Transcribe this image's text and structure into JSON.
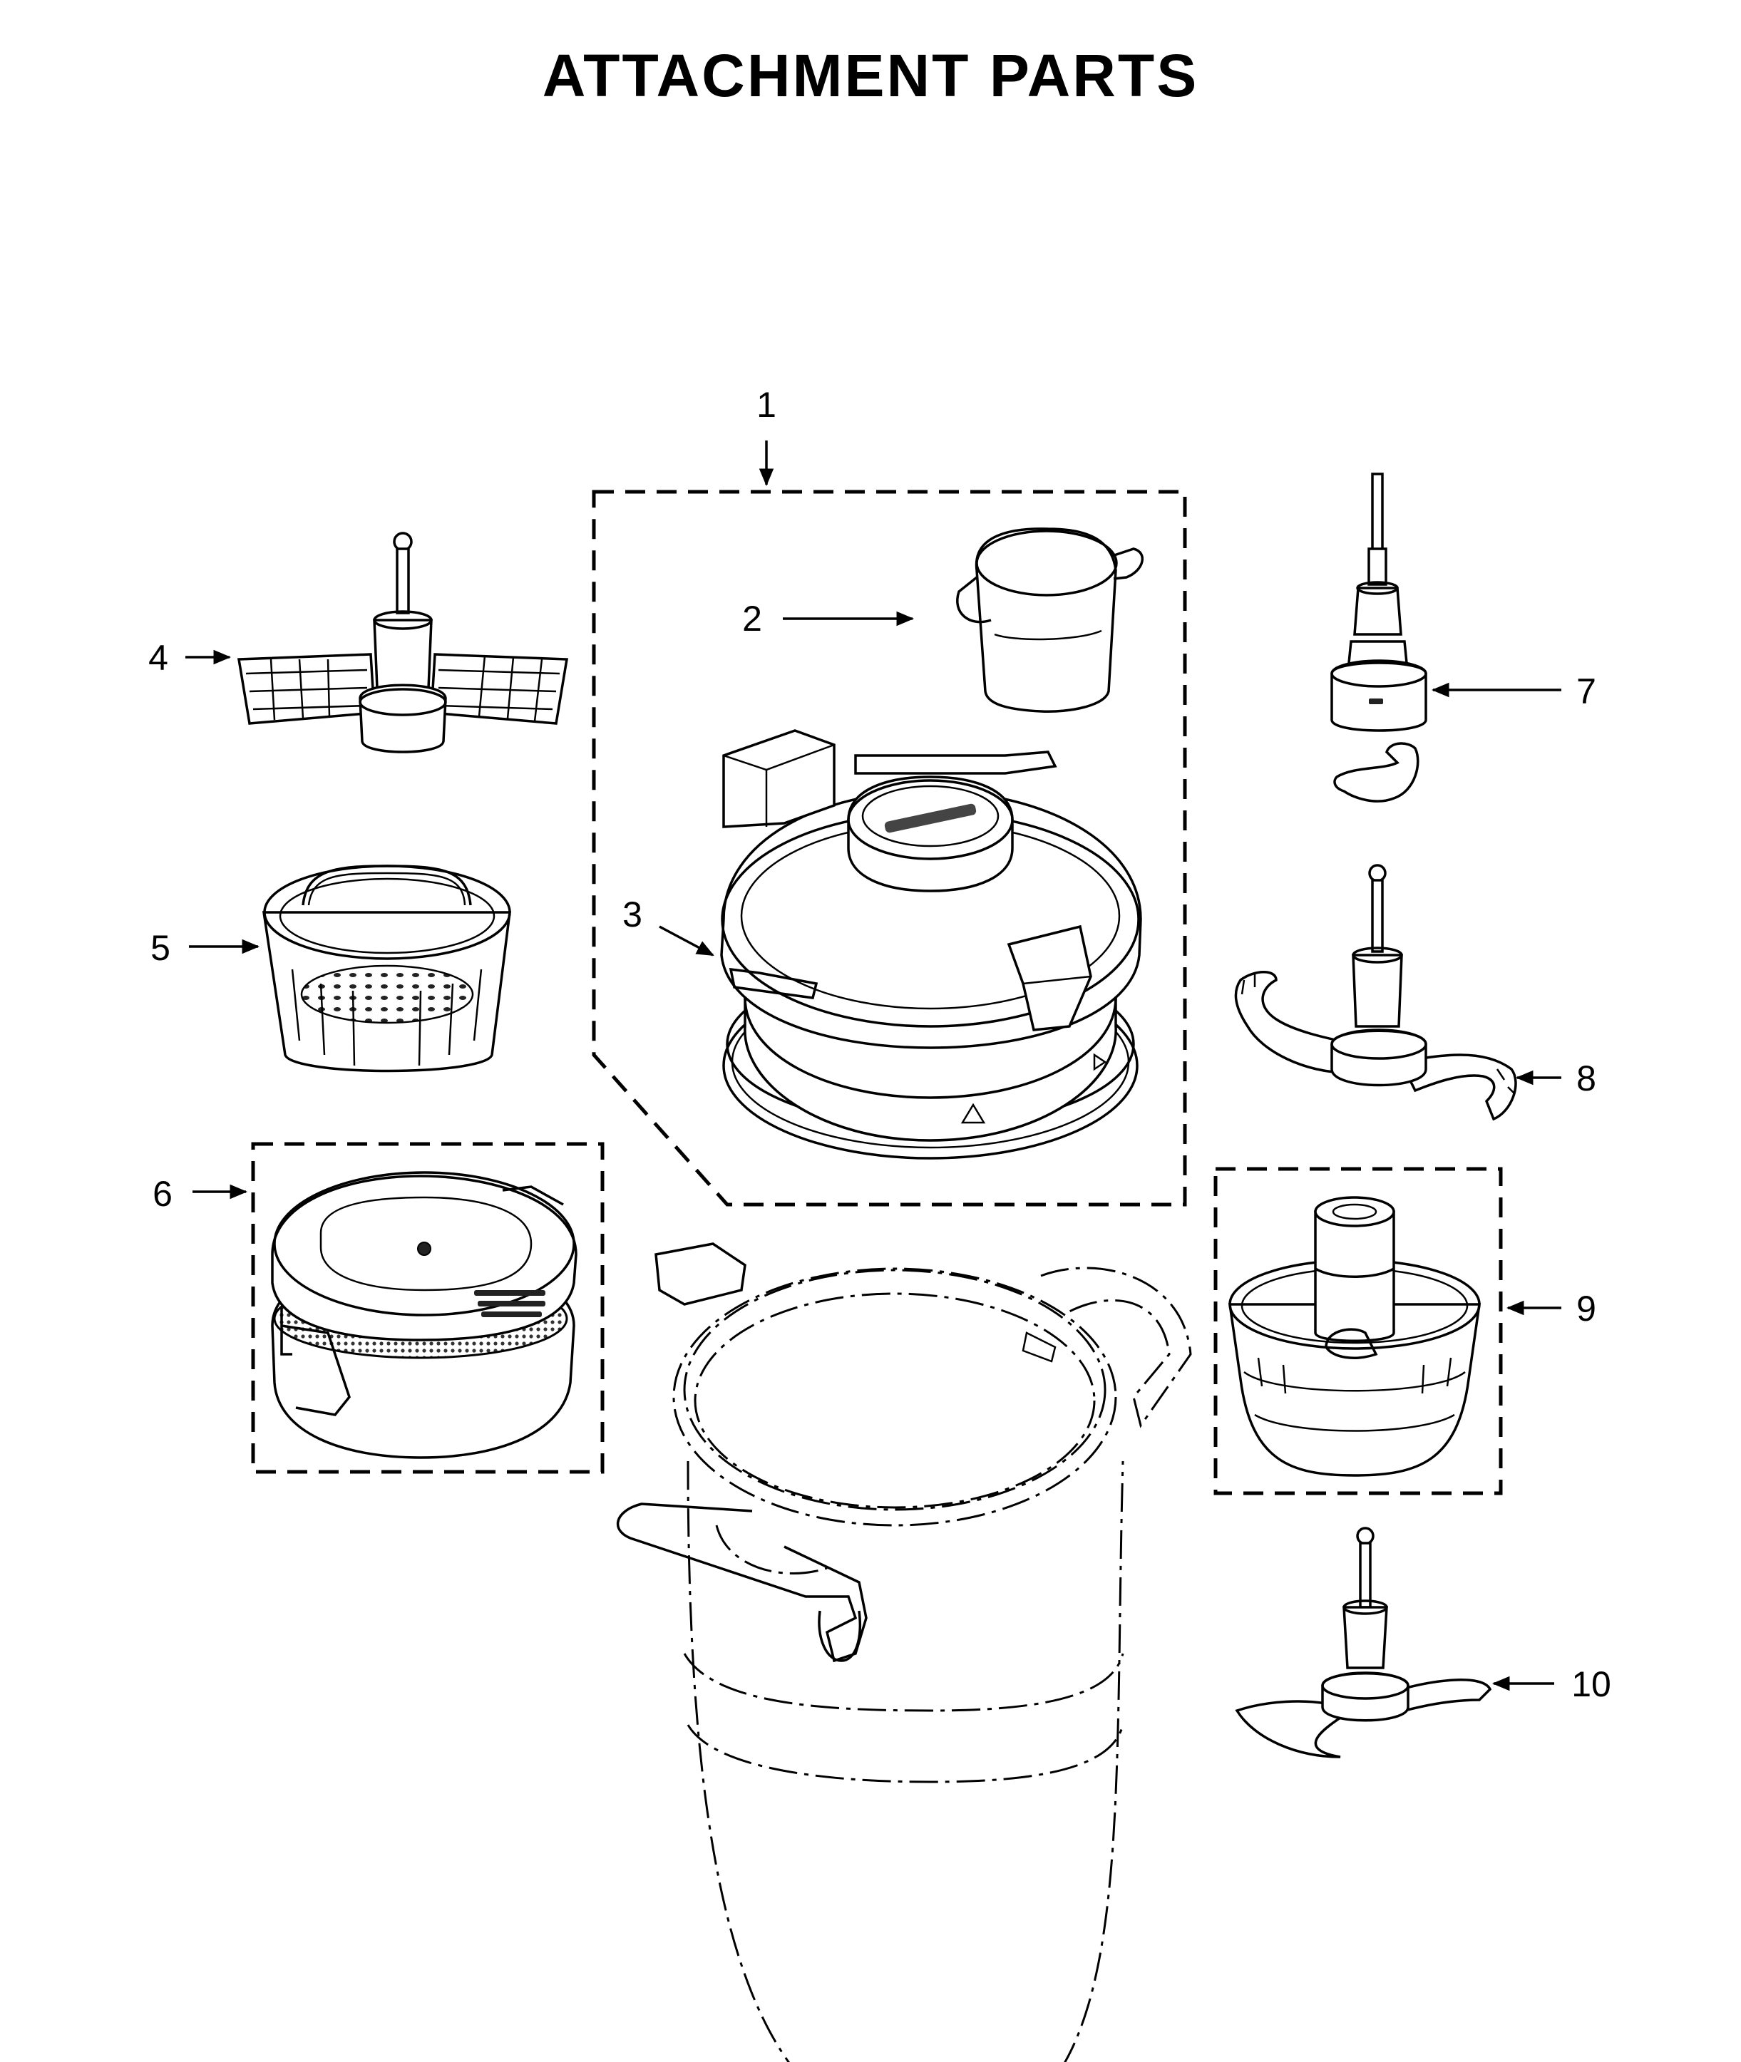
{
  "title": "ATTACHMENT PARTS",
  "callouts": {
    "c1": "1",
    "c2": "2",
    "c3": "3",
    "c4": "4",
    "c5": "5",
    "c6": "6",
    "c7": "7",
    "c8": "8",
    "c9": "9",
    "c10": "10"
  }
}
